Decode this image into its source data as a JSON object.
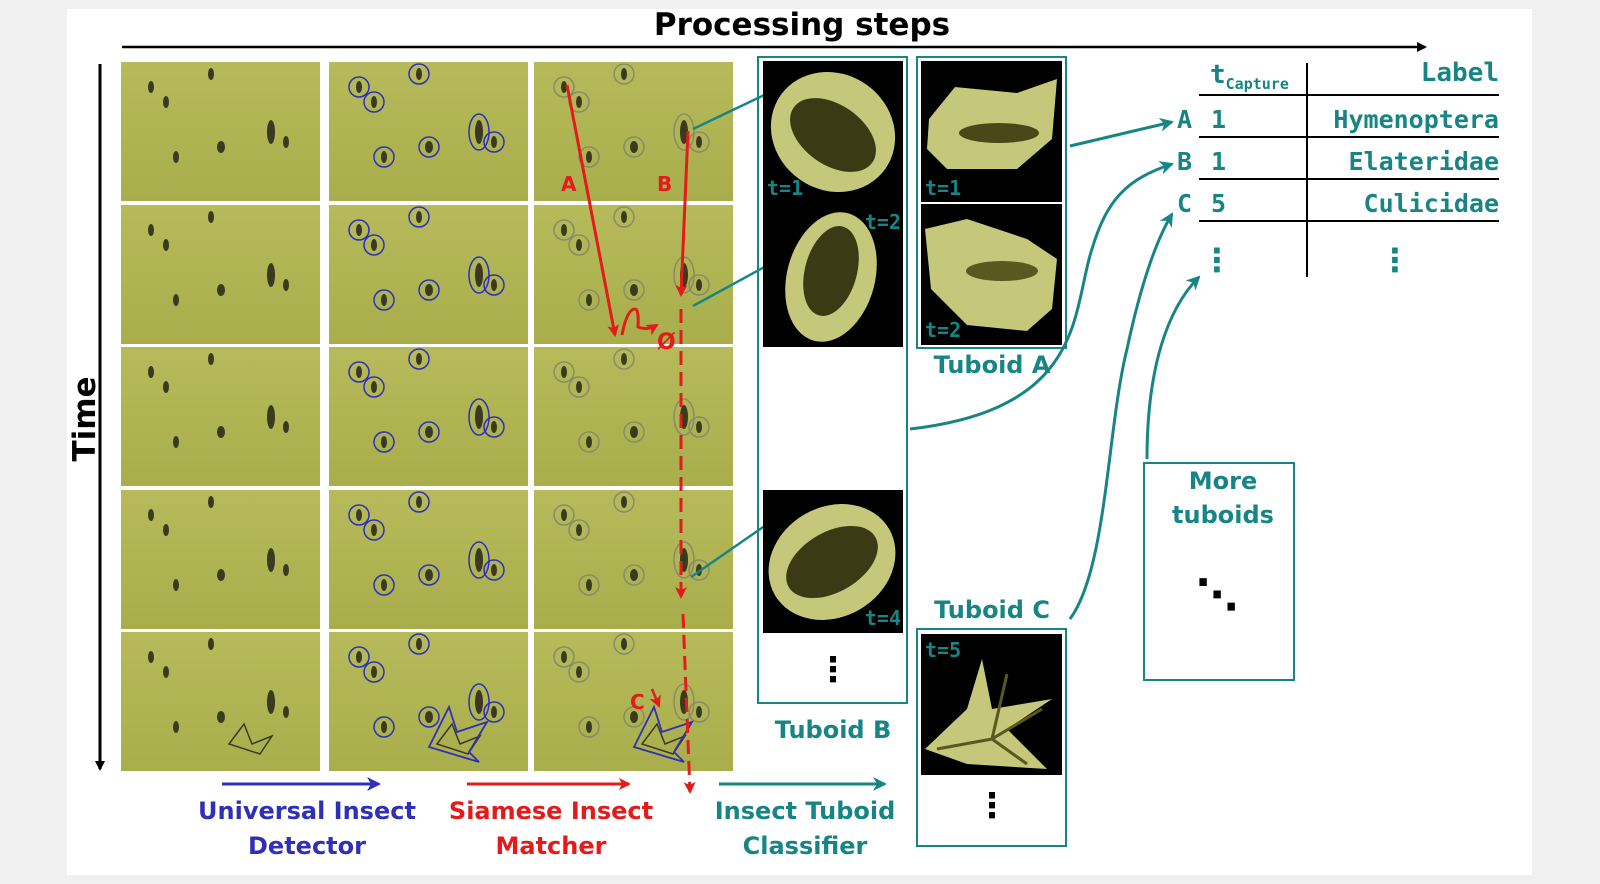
{
  "title": "Processing steps",
  "time_label": "Time",
  "stages": [
    {
      "line1": "Universal Insect",
      "line2": "Detector",
      "color": "#2f2fb8"
    },
    {
      "line1": "Siamese Insect",
      "line2": "Matcher",
      "color": "#e31b1b"
    },
    {
      "line1": "Insect Tuboid",
      "line2": "Classifier",
      "color": "#178585"
    }
  ],
  "track_labels": {
    "a": "A",
    "b": "B",
    "c": "C",
    "lost": "Ø"
  },
  "tuboids": {
    "b": {
      "name": "Tuboid B",
      "frames": [
        "t=1",
        "t=2",
        "t=4"
      ],
      "more": "⋮"
    },
    "a": {
      "name": "Tuboid A",
      "frames": [
        "t=1",
        "t=2"
      ]
    },
    "c": {
      "name": "Tuboid C",
      "frames": [
        "t=5"
      ],
      "more": "⋮"
    },
    "more": {
      "line1": "More",
      "line2": "tuboids",
      "dots": "⋱"
    }
  },
  "table": {
    "header_t": "t",
    "header_t_sub": "Capture",
    "header_label": "Label",
    "rows": [
      {
        "id": "A",
        "t": "1",
        "label": "Hymenoptera"
      },
      {
        "id": "B",
        "t": "1",
        "label": "Elateridae"
      },
      {
        "id": "C",
        "t": "5",
        "label": "Culicidae"
      }
    ],
    "more": "⋮"
  },
  "colors": {
    "teal": "#178585",
    "red": "#e31b1b",
    "blue": "#2f2fb8",
    "frame_bg": "#b9bc5e",
    "tuboid_fill": "#c5c77a"
  }
}
